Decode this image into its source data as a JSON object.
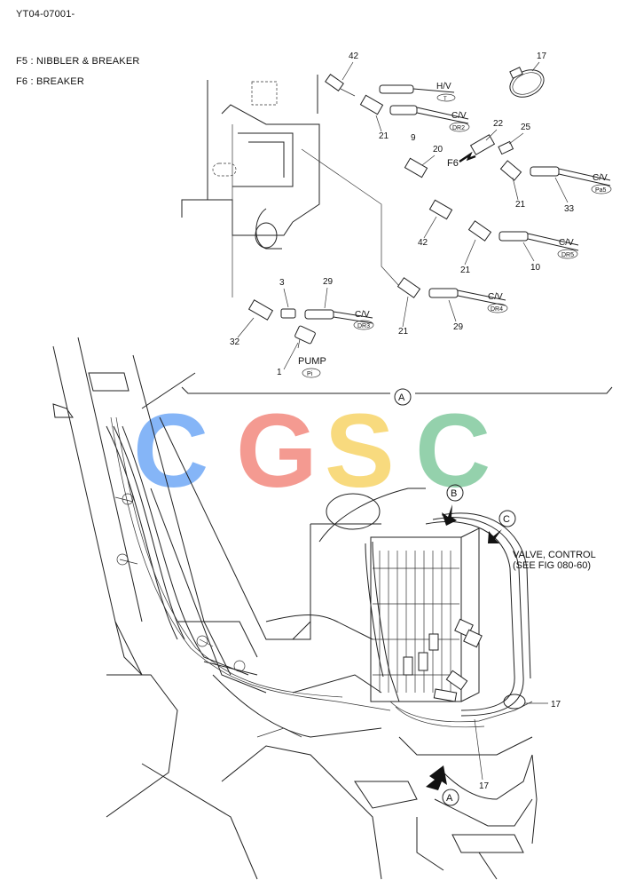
{
  "header": {
    "code": "YT04-07001-",
    "f5": "F5 : NIBBLER & BREAKER",
    "f6": "F6 : BREAKER"
  },
  "callouts": {
    "c42a": "42",
    "c17a": "17",
    "c21a": "21",
    "c9": "9",
    "c22": "22",
    "c25": "25",
    "c20": "20",
    "f6": "F6",
    "c21b": "21",
    "c33": "33",
    "c42b": "42",
    "c21c": "21",
    "c10": "10",
    "c3": "3",
    "c29a": "29",
    "c21d": "21",
    "c29b": "29",
    "c32": "32",
    "c1": "1",
    "c17b": "17",
    "c17c": "17"
  },
  "destinations": {
    "hv": "H/V",
    "hv_tag": "T",
    "cv_dr2": "C/V",
    "dr2": "DR2",
    "cv_pa5": "C/V",
    "pa5": "Pa5",
    "cv_dr5": "C/V",
    "dr5": "DR5",
    "cv_dr4": "C/V",
    "dr4": "DR4",
    "cv_dr3": "C/V",
    "dr3": "DR3",
    "pump": "PUMP",
    "pi": "Pi"
  },
  "views": {
    "a_bracket": "A",
    "b_arrow": "B",
    "c_arrow": "C",
    "a_arrow": "A"
  },
  "valve": {
    "line1": "VALVE, CONTROL",
    "line2": "(SEE FIG 080-60)"
  },
  "watermark": {
    "text": "CGSC",
    "colors": [
      "#7fb2f7",
      "#f4958c",
      "#f8d978",
      "#8fcfa8"
    ]
  }
}
